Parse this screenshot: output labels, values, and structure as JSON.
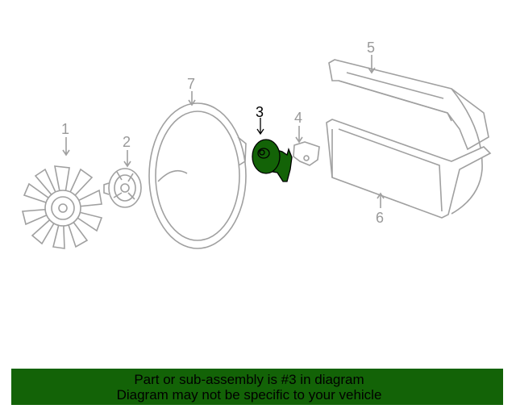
{
  "diagram": {
    "callouts": [
      "1",
      "2",
      "3",
      "4",
      "5",
      "6",
      "7"
    ],
    "highlighted_part": "3",
    "highlight_color": "#136307",
    "line_color": "#a0a0a0"
  },
  "banner": {
    "line1": "Part or sub-assembly is #3 in diagram",
    "line2": "Diagram may not be specific to your vehicle",
    "background": "#136307"
  }
}
